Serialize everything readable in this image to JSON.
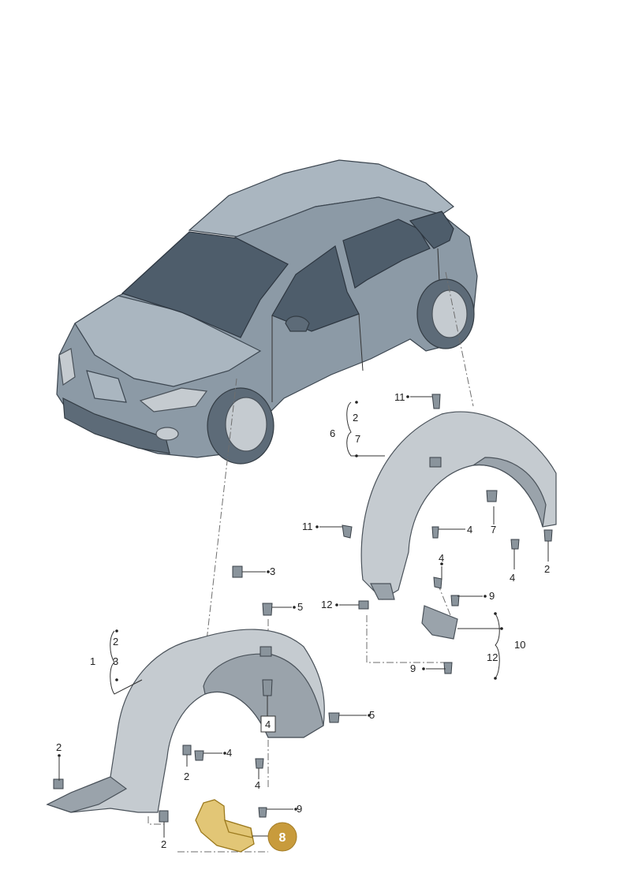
{
  "callouts": {
    "c_11_top": "11",
    "c_2_right_brace": "2",
    "c_6": "6",
    "c_7_brace": "7",
    "c_11_mid": "11",
    "c_4_top_right": "4",
    "c_7_right": "7",
    "c_4_mid_right": "4",
    "c_2_far_right": "2",
    "c_4_lower_right": "4",
    "c_9_upper": "9",
    "c_12_left": "12",
    "c_10": "10",
    "c_12_right": "12",
    "c_9_lower": "9",
    "c_3_top": "3",
    "c_5_top": "5",
    "c_2_left_brace": "2",
    "c_1": "1",
    "c_3_brace": "3",
    "c_4_box": "4",
    "c_5_right": "5",
    "c_2_left_clip": "2",
    "c_4_front_mid": "4",
    "c_2_front_mid": "2",
    "c_4_front_bottom": "4",
    "c_9_front": "9",
    "c_2_bottom": "2",
    "c_8_highlight": "8"
  },
  "colors": {
    "highlight_badge": "#c89b3c",
    "highlight_part": "#e2c676"
  }
}
